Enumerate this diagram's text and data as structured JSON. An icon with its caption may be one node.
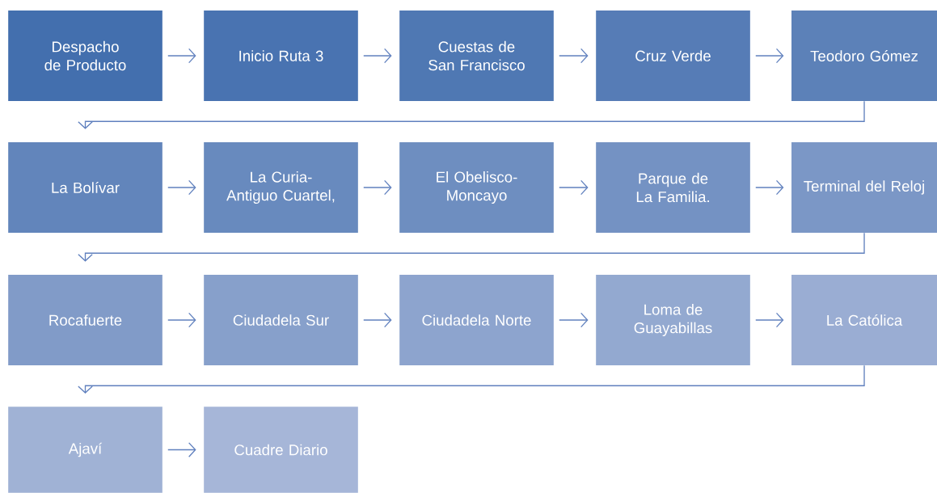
{
  "diagram": {
    "nodes": [
      {
        "text": [
          "Despacho de Producto"
        ]
      },
      {
        "text": [
          "Inicio Ruta 3"
        ]
      },
      {
        "text": [
          "Cuestas de San Francisco"
        ]
      },
      {
        "text": [
          "Cruz Verde"
        ]
      },
      {
        "text": [
          "Teodoro Gómez"
        ]
      },
      {
        "text": [
          "La Bolívar"
        ]
      },
      {
        "text": [
          "La Curia- Antiguo Cuartel,"
        ]
      },
      {
        "text": [
          "El Obelisco- Moncayo"
        ]
      },
      {
        "text": [
          "Parque de La Familia."
        ]
      },
      {
        "text": [
          "Terminal del Reloj"
        ]
      },
      {
        "text": [
          "Rocafuerte"
        ]
      },
      {
        "text": [
          "Ciudadela Sur"
        ]
      },
      {
        "text": [
          "Ciudadela Norte"
        ]
      },
      {
        "text": [
          "Loma de Guayabillas"
        ]
      },
      {
        "text": [
          "La Católica"
        ]
      },
      {
        "text": [
          "Ajaví"
        ]
      },
      {
        "text": [
          "Cuadre Diario"
        ]
      }
    ],
    "edges": [
      {
        "from": 0,
        "to": 1,
        "arrow": "to"
      },
      {
        "from": 1,
        "to": 2,
        "arrow": "to"
      },
      {
        "from": 2,
        "to": 3,
        "arrow": "to"
      },
      {
        "from": 3,
        "to": 4,
        "arrow": "to"
      },
      {
        "from": 4,
        "to": 5,
        "arrow": "to"
      },
      {
        "from": 5,
        "to": 6,
        "arrow": "to"
      },
      {
        "from": 6,
        "to": 7,
        "arrow": "to"
      },
      {
        "from": 7,
        "to": 8,
        "arrow": "to"
      },
      {
        "from": 8,
        "to": 9,
        "arrow": "to"
      },
      {
        "from": 9,
        "to": 10,
        "arrow": "to"
      },
      {
        "from": 10,
        "to": 11,
        "arrow": "to"
      },
      {
        "from": 11,
        "to": 12,
        "arrow": "to"
      },
      {
        "from": 12,
        "to": 13,
        "arrow": "to"
      },
      {
        "from": 13,
        "to": 14,
        "arrow": "to"
      },
      {
        "from": 14,
        "to": 15,
        "arrow": "to"
      },
      {
        "from": 15,
        "to": 16,
        "arrow": "to"
      }
    ]
  }
}
